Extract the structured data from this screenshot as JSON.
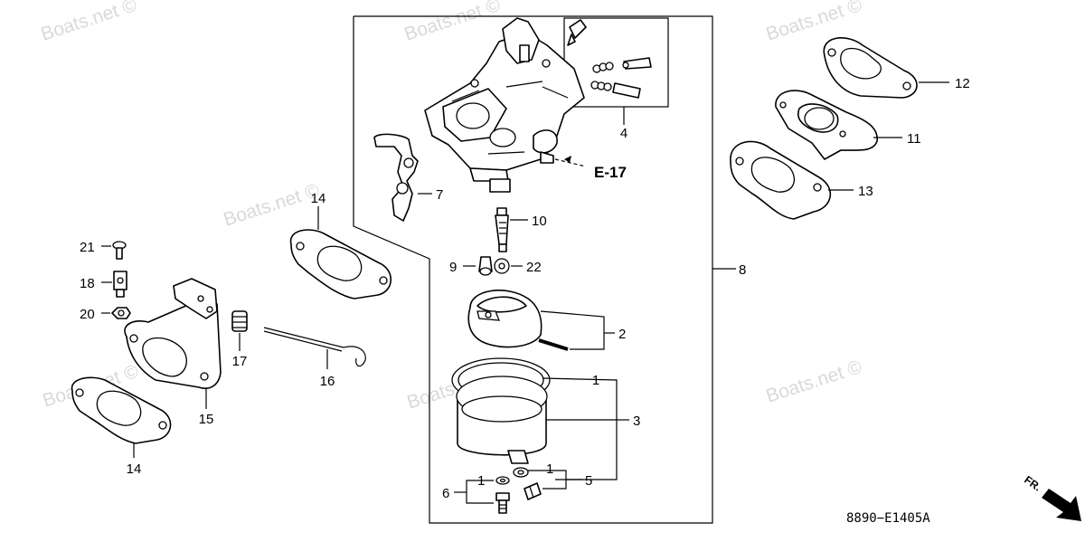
{
  "diagram": {
    "drawing_code": "8890−E1405A",
    "reference": "E-17",
    "direction_label": "FR.",
    "watermarks": [
      "Boats.net ©",
      "Boats.net ©",
      "Boats.net ©",
      "Boats.net ©",
      "Boats.net ©",
      "Boats.net ©",
      "Boats.net ©"
    ],
    "callouts": {
      "c1a": "1",
      "c1b": "1",
      "c1c": "1",
      "c2": "2",
      "c3": "3",
      "c4": "4",
      "c5": "5",
      "c6": "6",
      "c7": "7",
      "c8": "8",
      "c9": "9",
      "c10": "10",
      "c11": "11",
      "c12": "12",
      "c13": "13",
      "c14a": "14",
      "c14b": "14",
      "c15": "15",
      "c16": "16",
      "c17": "17",
      "c18": "18",
      "c20": "20",
      "c21": "21",
      "c22": "22"
    }
  }
}
